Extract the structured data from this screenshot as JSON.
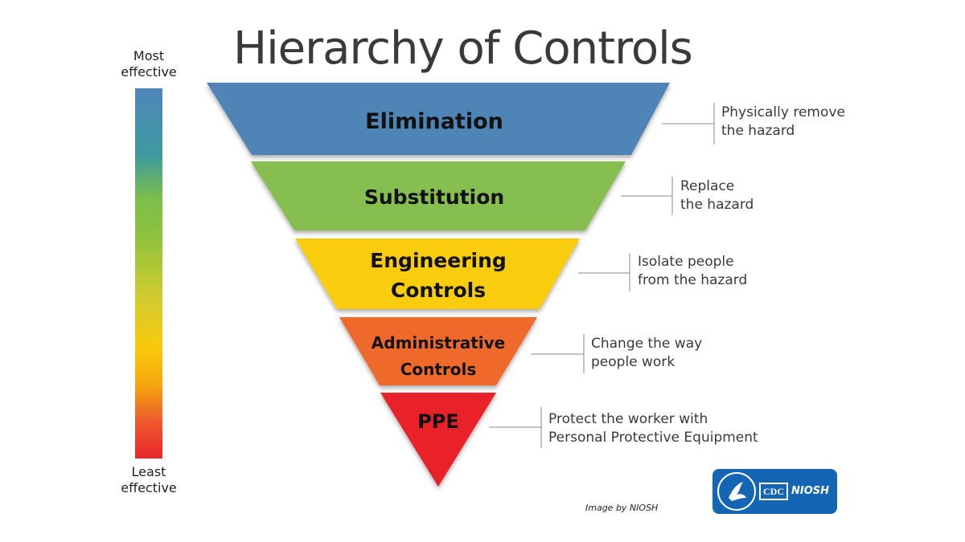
{
  "title": "Hierarchy of Controls",
  "scale": {
    "top_label": "Most\neffective",
    "bottom_label": "Least\neffective"
  },
  "levels": [
    {
      "line1": "Elimination",
      "line2": "",
      "color": "#4f84b6",
      "description_line1": "Physically remove",
      "description_line2": "the hazard"
    },
    {
      "line1": "Substitution",
      "line2": "",
      "color": "#86bf4f",
      "description_line1": "Replace",
      "description_line2": "the hazard"
    },
    {
      "line1": "Engineering",
      "line2": "Controls",
      "color": "#f9cd0a",
      "description_line1": "Isolate people",
      "description_line2": "from the hazard"
    },
    {
      "line1": "Administrative",
      "line2": "Controls",
      "color": "#ef6a2a",
      "description_line1": "Change the way",
      "description_line2": "people work"
    },
    {
      "line1": "PPE",
      "line2": "",
      "color": "#e92229",
      "description_line1": "Protect the worker with",
      "description_line2": "Personal Protective Equipment"
    }
  ],
  "credit": "Image by NIOSH",
  "logo": {
    "cdc_text": "CDC",
    "niosh_text": "NIOSH",
    "color": "#1565b5"
  }
}
